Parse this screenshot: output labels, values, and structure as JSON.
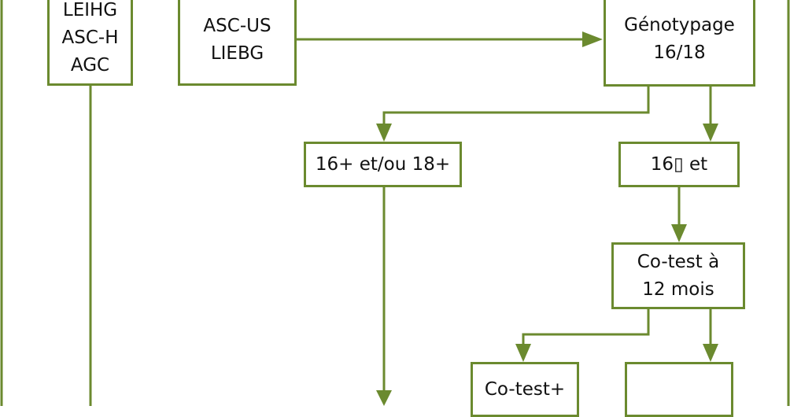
{
  "colors": {
    "stroke": "#6b8a2f",
    "box_fill": "#ffffff",
    "text": "#111111"
  },
  "boxes": {
    "high_grade": "LEIHG\nASC-H\nAGC",
    "low_grade": "ASC-US\nLIEBG",
    "genotyping": "Génotypage\n16/18",
    "positive": "16+ et/ou 18+",
    "negative": "16▯ et",
    "cotest_12": "Co-test à\n12 mois",
    "cotest_pos": "Co-test+",
    "cotest_neg": ""
  }
}
